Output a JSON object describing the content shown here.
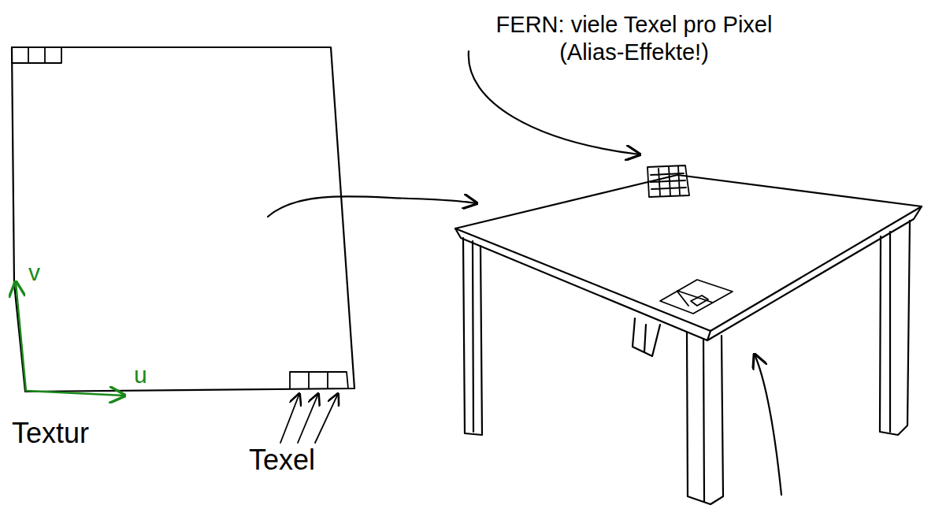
{
  "diagram": {
    "labels": [
      "FERN: viele Texel pro Pixel (Alias-Effekte!)",
      "Textur",
      "Texel",
      "u",
      "v"
    ]
  }
}
